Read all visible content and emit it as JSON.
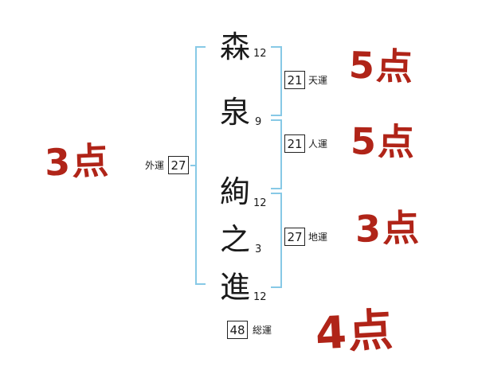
{
  "name": {
    "characters": [
      {
        "char": "森",
        "strokes": "12"
      },
      {
        "char": "泉",
        "strokes": "9"
      },
      {
        "char": "絢",
        "strokes": "12"
      },
      {
        "char": "之",
        "strokes": "3"
      },
      {
        "char": "進",
        "strokes": "12"
      }
    ]
  },
  "fortunes": {
    "gaiun": {
      "label": "外運",
      "value": "27",
      "score": "3点"
    },
    "tenun": {
      "label": "天運",
      "value": "21",
      "score": "5点"
    },
    "jinun": {
      "label": "人運",
      "value": "21",
      "score": "5点"
    },
    "chiun": {
      "label": "地運",
      "value": "27",
      "score": "3点"
    },
    "souun": {
      "label": "総運",
      "value": "48",
      "score": "4点"
    }
  },
  "colors": {
    "score_red": "#b02418",
    "bracket_blue": "#87c9e6",
    "text_black": "#1a1a1a"
  }
}
